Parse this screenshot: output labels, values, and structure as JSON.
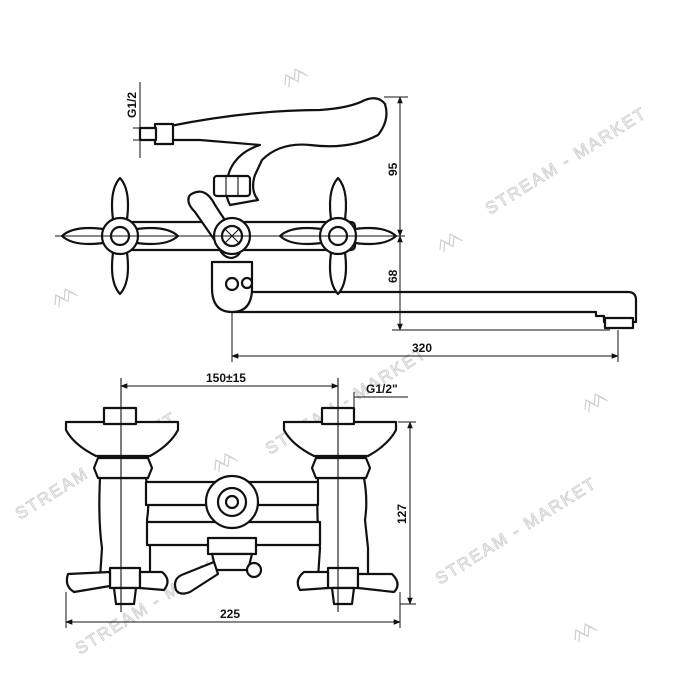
{
  "dimensions": {
    "thread_top": "G1/2",
    "height_upper": "95",
    "height_lower": "68",
    "spout_length": "320",
    "centers": "150±15",
    "thread_bottom": "G1/2\"",
    "height_front": "127",
    "width_total": "225"
  },
  "watermark": {
    "text": "STREAM - MARKET"
  }
}
